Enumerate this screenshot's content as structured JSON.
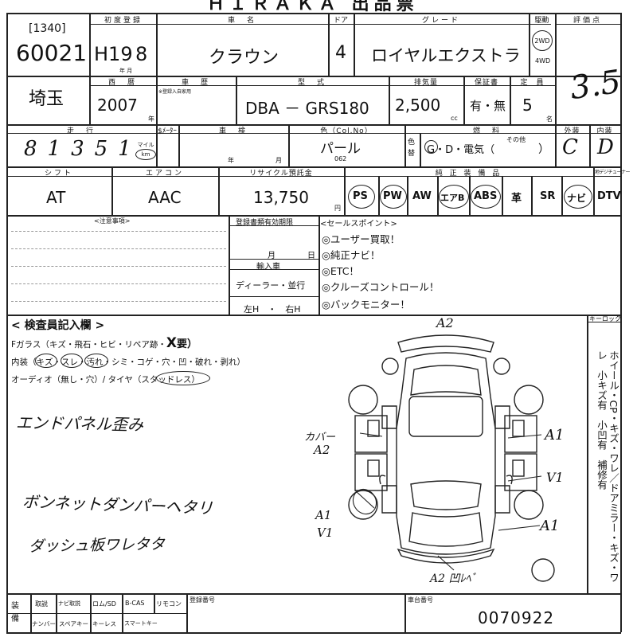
{
  "top_title": "ＨＩＲＡＫＡ 出品票",
  "lot": {
    "bracket": "[1340]",
    "number": "60021"
  },
  "first_reg": {
    "label": "初度登録",
    "era": "H19",
    "month": "8",
    "sub": "年 月"
  },
  "car_name": {
    "label": "車　名",
    "value": "クラウン"
  },
  "doors": {
    "label": "ドア",
    "value": "4"
  },
  "grade": {
    "label": "グレード",
    "value": "ロイヤルエクストラ"
  },
  "drive": {
    "label": "駆動",
    "two": "2WD",
    "four": "4WD"
  },
  "score": {
    "label": "評価点",
    "value": "3.5"
  },
  "region": {
    "value": "埼玉"
  },
  "year": {
    "label": "西　暦",
    "value": "2007",
    "unit": "年"
  },
  "inspection": {
    "label": "車　歴",
    "note": "※登録入自家用"
  },
  "model": {
    "label": "型　式",
    "value": "DBA － GRS180"
  },
  "displacement": {
    "label": "排気量",
    "value": "2,500",
    "unit": "cc"
  },
  "warranty": {
    "label": "保証書",
    "value": "有・無"
  },
  "capacity": {
    "label": "定　員",
    "value": "5",
    "unit": "名"
  },
  "mileage": {
    "label": "走　行",
    "value": "81351",
    "units": "マイル km"
  },
  "meter": {
    "label": "$ﾒｰﾀｰ"
  },
  "shaken": {
    "label": "車　検",
    "year_unit": "年",
    "month_unit": "月"
  },
  "color": {
    "label": "色（Col.No）",
    "value": "パール",
    "code": "062",
    "change": "色替"
  },
  "fuel": {
    "label": "燃　料",
    "options": "G・D・電気（",
    "other": "その他",
    "close": "）"
  },
  "exterior": {
    "label": "外装",
    "value": "C"
  },
  "interior": {
    "label": "内装",
    "value": "D"
  },
  "shift": {
    "label": "シフト",
    "value": "AT"
  },
  "aircon": {
    "label": "エアコン",
    "value": "AAC"
  },
  "recycle": {
    "label": "リサイクル預託金",
    "value": "13,750",
    "unit": "円"
  },
  "equipment": {
    "label": "純 正 装 備 品",
    "tuner_label": "地デジチューナー",
    "items": [
      "PS",
      "PW",
      "AW",
      "エアB",
      "ABS",
      "革",
      "SR",
      "ナビ",
      "DTV"
    ]
  },
  "notes": {
    "label": "<注意事項>"
  },
  "registration": {
    "label": "登録書類有効期限",
    "month": "月",
    "day": "日",
    "import": "輸入車",
    "dealer": "ディーラー・並行",
    "handle": "左H　・　右H"
  },
  "sales_points": {
    "label": "<セールスポイント>",
    "items": [
      "◎ユーザー買取！",
      "◎純正ナビ！",
      "◎ETC！",
      "◎クルーズコントロール！",
      "◎バックモニター！"
    ]
  },
  "inspector": {
    "label": "< 検査員記入欄 >",
    "line1": "Fガラス（キズ・飛石・ヒビ・リペア跡・",
    "line1_x": "X",
    "line1_end": "要）",
    "line2": "内装（キズ・スレ・汚れ・シミ・コゲ・穴・凹・破れ・剥れ）",
    "line3": "オーディオ（無し・穴）/ タイヤ（スタッドレス）",
    "hand1": "エンドパネル歪み",
    "hand2": "ボンネットダンパーヘタリ",
    "hand3": "ダッシュ板ワレタタ"
  },
  "diagram": {
    "a2_top": "A2",
    "cover": "カバー",
    "cover_a2": "A2",
    "a1_right1": "A1",
    "v1_right": "V1",
    "a1_left": "A1",
    "v1_left": "V1",
    "a1_right2": "A1",
    "a2_bottom": "A2 凹ﾚﾍﾞ"
  },
  "keylock": {
    "label": "キーロック"
  },
  "side_legend": "ホイール・CP・キズ・ワレ／ドアミラー・キズ・ワレ　小キズ有　小凹有　補修有",
  "footer": {
    "label1": "装備",
    "row1": [
      "取説",
      "ナビ取説",
      "ロム/SD",
      "B-CAS",
      "リモコン"
    ],
    "row2": [
      "ナンバー",
      "スペアキー",
      "キーレス",
      "スマートキー"
    ],
    "reg_label": "登録番号",
    "chassis_label": "車台番号",
    "chassis_value": "0070922"
  }
}
